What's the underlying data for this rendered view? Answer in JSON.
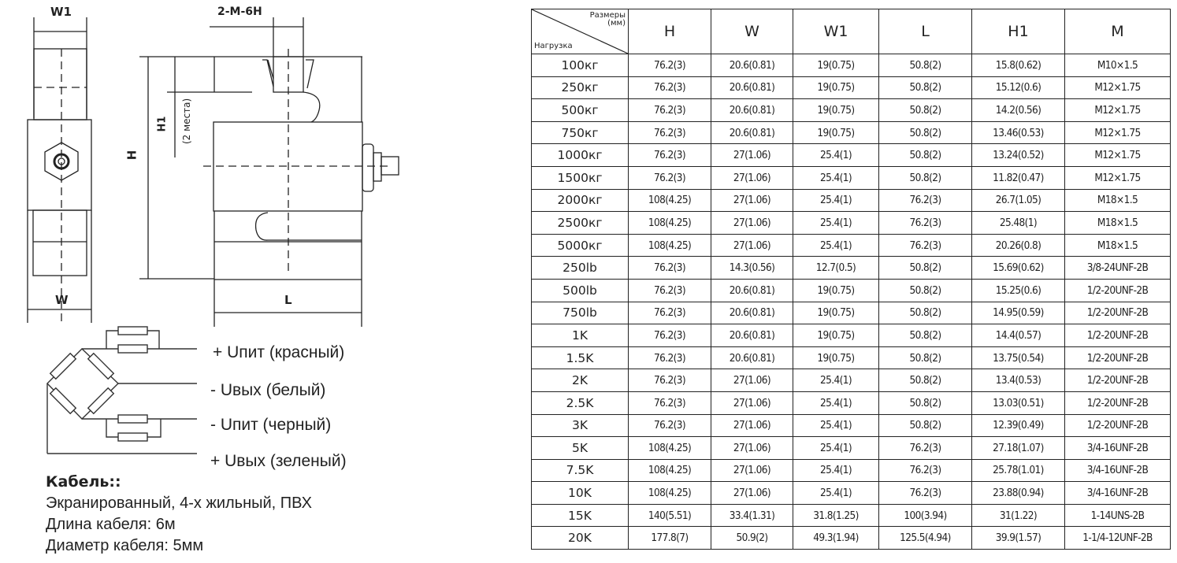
{
  "drawing": {
    "labels": {
      "w1": "W1",
      "w": "W",
      "h": "H",
      "h1": "H1",
      "h1_note": "(2 места)",
      "l": "L",
      "thread": "2-M-6H"
    }
  },
  "wiring": {
    "lines": [
      {
        "sign": "+",
        "signal": "Uпит",
        "color_name": "(красный)",
        "label": "+ Uпит (красный)"
      },
      {
        "sign": "-",
        "signal": "Uвых",
        "color_name": "(белый)",
        "label": "-  Uвых (белый)"
      },
      {
        "sign": "-",
        "signal": "Uпит",
        "color_name": "(черный)",
        "label": "-  Uпит (черный)"
      },
      {
        "sign": "+",
        "signal": "Uвых",
        "color_name": "(зеленый)",
        "label": "+  Uвых (зеленый)"
      }
    ]
  },
  "cable": {
    "title": "Кабель::",
    "lines": [
      "Экранированный, 4-х жильный, ПВХ",
      "Длина кабеля: 6м",
      "Диаметр кабеля: 5мм"
    ]
  },
  "table": {
    "corner": {
      "top_line1": "Размеры",
      "top_line2": "(мм)",
      "bottom": "Нагрузка"
    },
    "columns": [
      "H",
      "W",
      "W1",
      "L",
      "H1",
      "M"
    ],
    "rows": [
      [
        "100кг",
        "76.2(3)",
        "20.6(0.81)",
        "19(0.75)",
        "50.8(2)",
        "15.8(0.62)",
        "M10×1.5"
      ],
      [
        "250кг",
        "76.2(3)",
        "20.6(0.81)",
        "19(0.75)",
        "50.8(2)",
        "15.12(0.6)",
        "M12×1.75"
      ],
      [
        "500кг",
        "76.2(3)",
        "20.6(0.81)",
        "19(0.75)",
        "50.8(2)",
        "14.2(0.56)",
        "M12×1.75"
      ],
      [
        "750кг",
        "76.2(3)",
        "20.6(0.81)",
        "19(0.75)",
        "50.8(2)",
        "13.46(0.53)",
        "M12×1.75"
      ],
      [
        "1000кг",
        "76.2(3)",
        "27(1.06)",
        "25.4(1)",
        "50.8(2)",
        "13.24(0.52)",
        "M12×1.75"
      ],
      [
        "1500кг",
        "76.2(3)",
        "27(1.06)",
        "25.4(1)",
        "50.8(2)",
        "11.82(0.47)",
        "M12×1.75"
      ],
      [
        "2000кг",
        "108(4.25)",
        "27(1.06)",
        "25.4(1)",
        "76.2(3)",
        "26.7(1.05)",
        "M18×1.5"
      ],
      [
        "2500кг",
        "108(4.25)",
        "27(1.06)",
        "25.4(1)",
        "76.2(3)",
        "25.48(1)",
        "M18×1.5"
      ],
      [
        "5000кг",
        "108(4.25)",
        "27(1.06)",
        "25.4(1)",
        "76.2(3)",
        "20.26(0.8)",
        "M18×1.5"
      ],
      [
        "250lb",
        "76.2(3)",
        "14.3(0.56)",
        "12.7(0.5)",
        "50.8(2)",
        "15.69(0.62)",
        "3/8-24UNF-2B"
      ],
      [
        "500lb",
        "76.2(3)",
        "20.6(0.81)",
        "19(0.75)",
        "50.8(2)",
        "15.25(0.6)",
        "1/2-20UNF-2B"
      ],
      [
        "750lb",
        "76.2(3)",
        "20.6(0.81)",
        "19(0.75)",
        "50.8(2)",
        "14.95(0.59)",
        "1/2-20UNF-2B"
      ],
      [
        "1K",
        "76.2(3)",
        "20.6(0.81)",
        "19(0.75)",
        "50.8(2)",
        "14.4(0.57)",
        "1/2-20UNF-2B"
      ],
      [
        "1.5K",
        "76.2(3)",
        "20.6(0.81)",
        "19(0.75)",
        "50.8(2)",
        "13.75(0.54)",
        "1/2-20UNF-2B"
      ],
      [
        "2K",
        "76.2(3)",
        "27(1.06)",
        "25.4(1)",
        "50.8(2)",
        "13.4(0.53)",
        "1/2-20UNF-2B"
      ],
      [
        "2.5K",
        "76.2(3)",
        "27(1.06)",
        "25.4(1)",
        "50.8(2)",
        "13.03(0.51)",
        "1/2-20UNF-2B"
      ],
      [
        "3K",
        "76.2(3)",
        "27(1.06)",
        "25.4(1)",
        "50.8(2)",
        "12.39(0.49)",
        "1/2-20UNF-2B"
      ],
      [
        "5K",
        "108(4.25)",
        "27(1.06)",
        "25.4(1)",
        "76.2(3)",
        "27.18(1.07)",
        "3/4-16UNF-2B"
      ],
      [
        "7.5K",
        "108(4.25)",
        "27(1.06)",
        "25.4(1)",
        "76.2(3)",
        "25.78(1.01)",
        "3/4-16UNF-2B"
      ],
      [
        "10K",
        "108(4.25)",
        "27(1.06)",
        "25.4(1)",
        "76.2(3)",
        "23.88(0.94)",
        "3/4-16UNF-2B"
      ],
      [
        "15K",
        "140(5.51)",
        "33.4(1.31)",
        "31.8(1.25)",
        "100(3.94)",
        "31(1.22)",
        "1-14UNS-2B"
      ],
      [
        "20K",
        "177.8(7)",
        "50.9(2)",
        "49.3(1.94)",
        "125.5(4.94)",
        "39.9(1.57)",
        "1-1/4-12UNF-2B"
      ]
    ]
  }
}
